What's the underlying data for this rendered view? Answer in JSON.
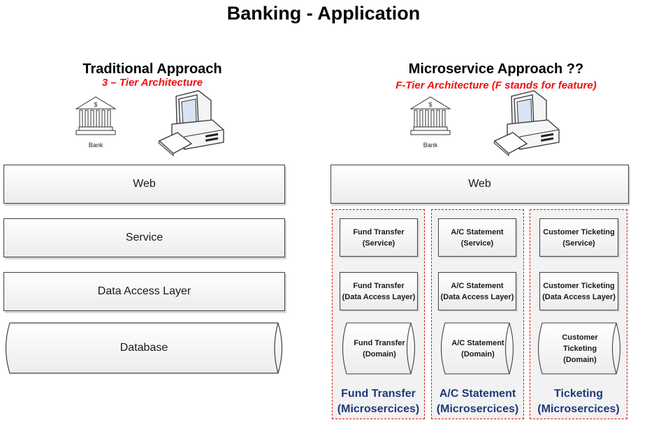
{
  "title": "Banking - Application",
  "traditional": {
    "title": "Traditional Approach",
    "subtitle": "3 – Tier Architecture",
    "bank_label": "Bank",
    "layers": [
      "Web",
      "Service",
      "Data Access Layer",
      "Database"
    ]
  },
  "microservice": {
    "title": "Microservice Approach ??",
    "subtitle": "F-Tier Architecture (F stands for feature)",
    "bank_label": "Bank",
    "web_label": "Web",
    "groups": [
      {
        "service": [
          "Fund Transfer",
          "(Service)"
        ],
        "dal": [
          "Fund Transfer",
          "(Data Access Layer)"
        ],
        "domain": [
          "Fund Transfer",
          "(Domain)"
        ],
        "label": [
          "Fund Transfer",
          "(Microsercices)"
        ]
      },
      {
        "service": [
          "A/C Statement",
          "(Service)"
        ],
        "dal": [
          "A/C Statement",
          "(Data Access Layer)"
        ],
        "domain": [
          "A/C Statement",
          "(Domain)"
        ],
        "label": [
          "A/C Statement",
          "(Microsercices)"
        ]
      },
      {
        "service": [
          "Customer Ticketing",
          "(Service)"
        ],
        "dal": [
          "Customer Ticketing",
          "(Data Access Layer)"
        ],
        "domain": [
          "Customer",
          "Ticketing",
          "(Domain)"
        ],
        "label": [
          "Ticketing",
          "(Microsercices)"
        ]
      }
    ]
  },
  "colors": {
    "subtitle": "#ee1111",
    "group_border": "#dd1111",
    "group_label": "#1f3a7a"
  }
}
